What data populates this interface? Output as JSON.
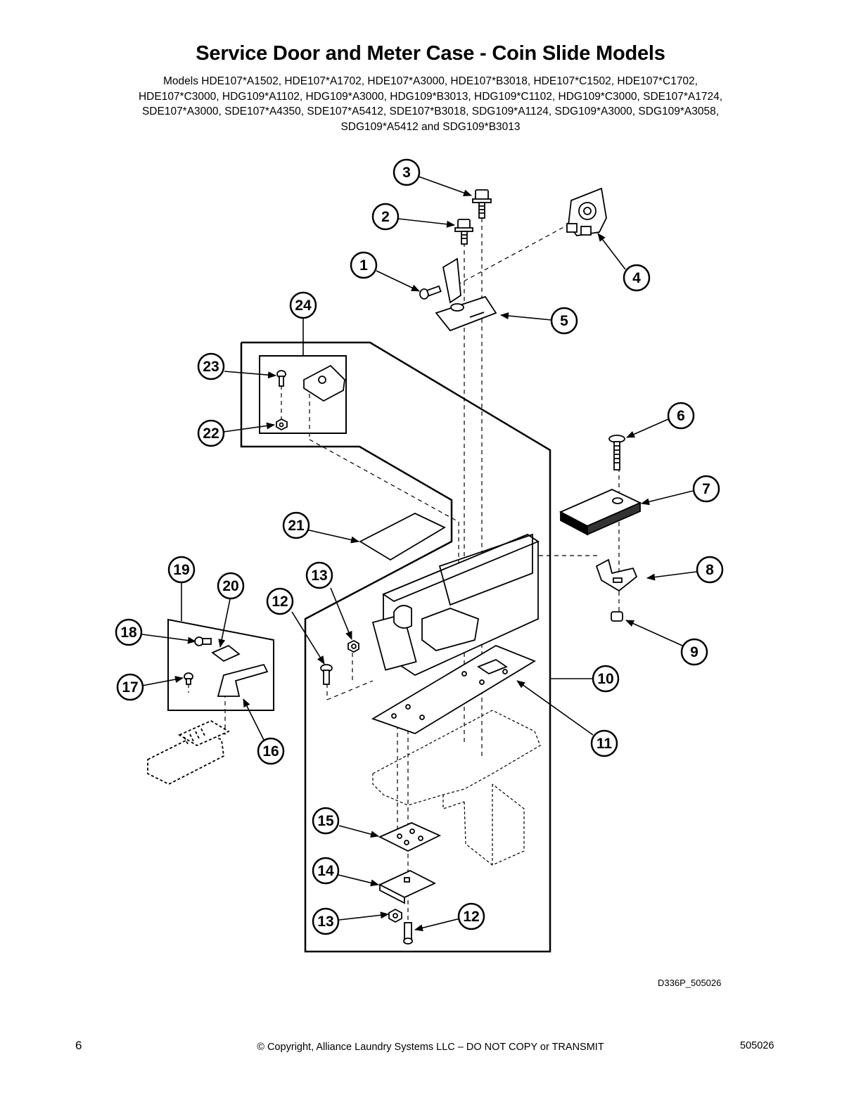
{
  "title": "Service Door and Meter Case - Coin Slide Models",
  "models_lines": [
    "Models HDE107*A1502, HDE107*A1702, HDE107*A3000, HDE107*B3018, HDE107*C1502, HDE107*C1702,",
    "HDE107*C3000, HDG109*A1102, HDG109*A3000, HDG109*B3013, HDG109*C1102, HDG109*C3000, SDE107*A1724,",
    "SDE107*A3000, SDE107*A4350, SDE107*A5412, SDE107*B3018, SDG109*A1124, SDG109*A3000, SDG109*A3058,",
    "SDG109*A5412 and SDG109*B3013"
  ],
  "callouts": [
    "1",
    "2",
    "3",
    "4",
    "5",
    "6",
    "7",
    "8",
    "9",
    "10",
    "11",
    "12",
    "13",
    "14",
    "15",
    "16",
    "17",
    "18",
    "19",
    "20",
    "21",
    "22",
    "23",
    "24",
    "13",
    "12"
  ],
  "drawing_id": "D336P_505026",
  "footer": {
    "page_number": "6",
    "copyright": "© Copyright, Alliance Laundry Systems LLC – DO NOT COPY or TRANSMIT",
    "doc_number": "505026"
  }
}
